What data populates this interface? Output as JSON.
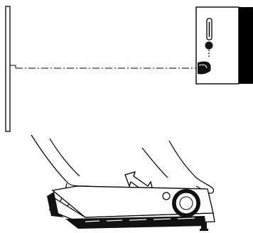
{
  "figure": {
    "top": {
      "screen": "projection-screen",
      "axis": "center-line",
      "projector": "projector-side-view"
    },
    "bottom": {
      "hands": [
        "left-hand",
        "right-hand"
      ],
      "arrow": "up-down-tilt-arrow",
      "projector": "projector-front-view",
      "foot": "adjuster-foot"
    }
  }
}
